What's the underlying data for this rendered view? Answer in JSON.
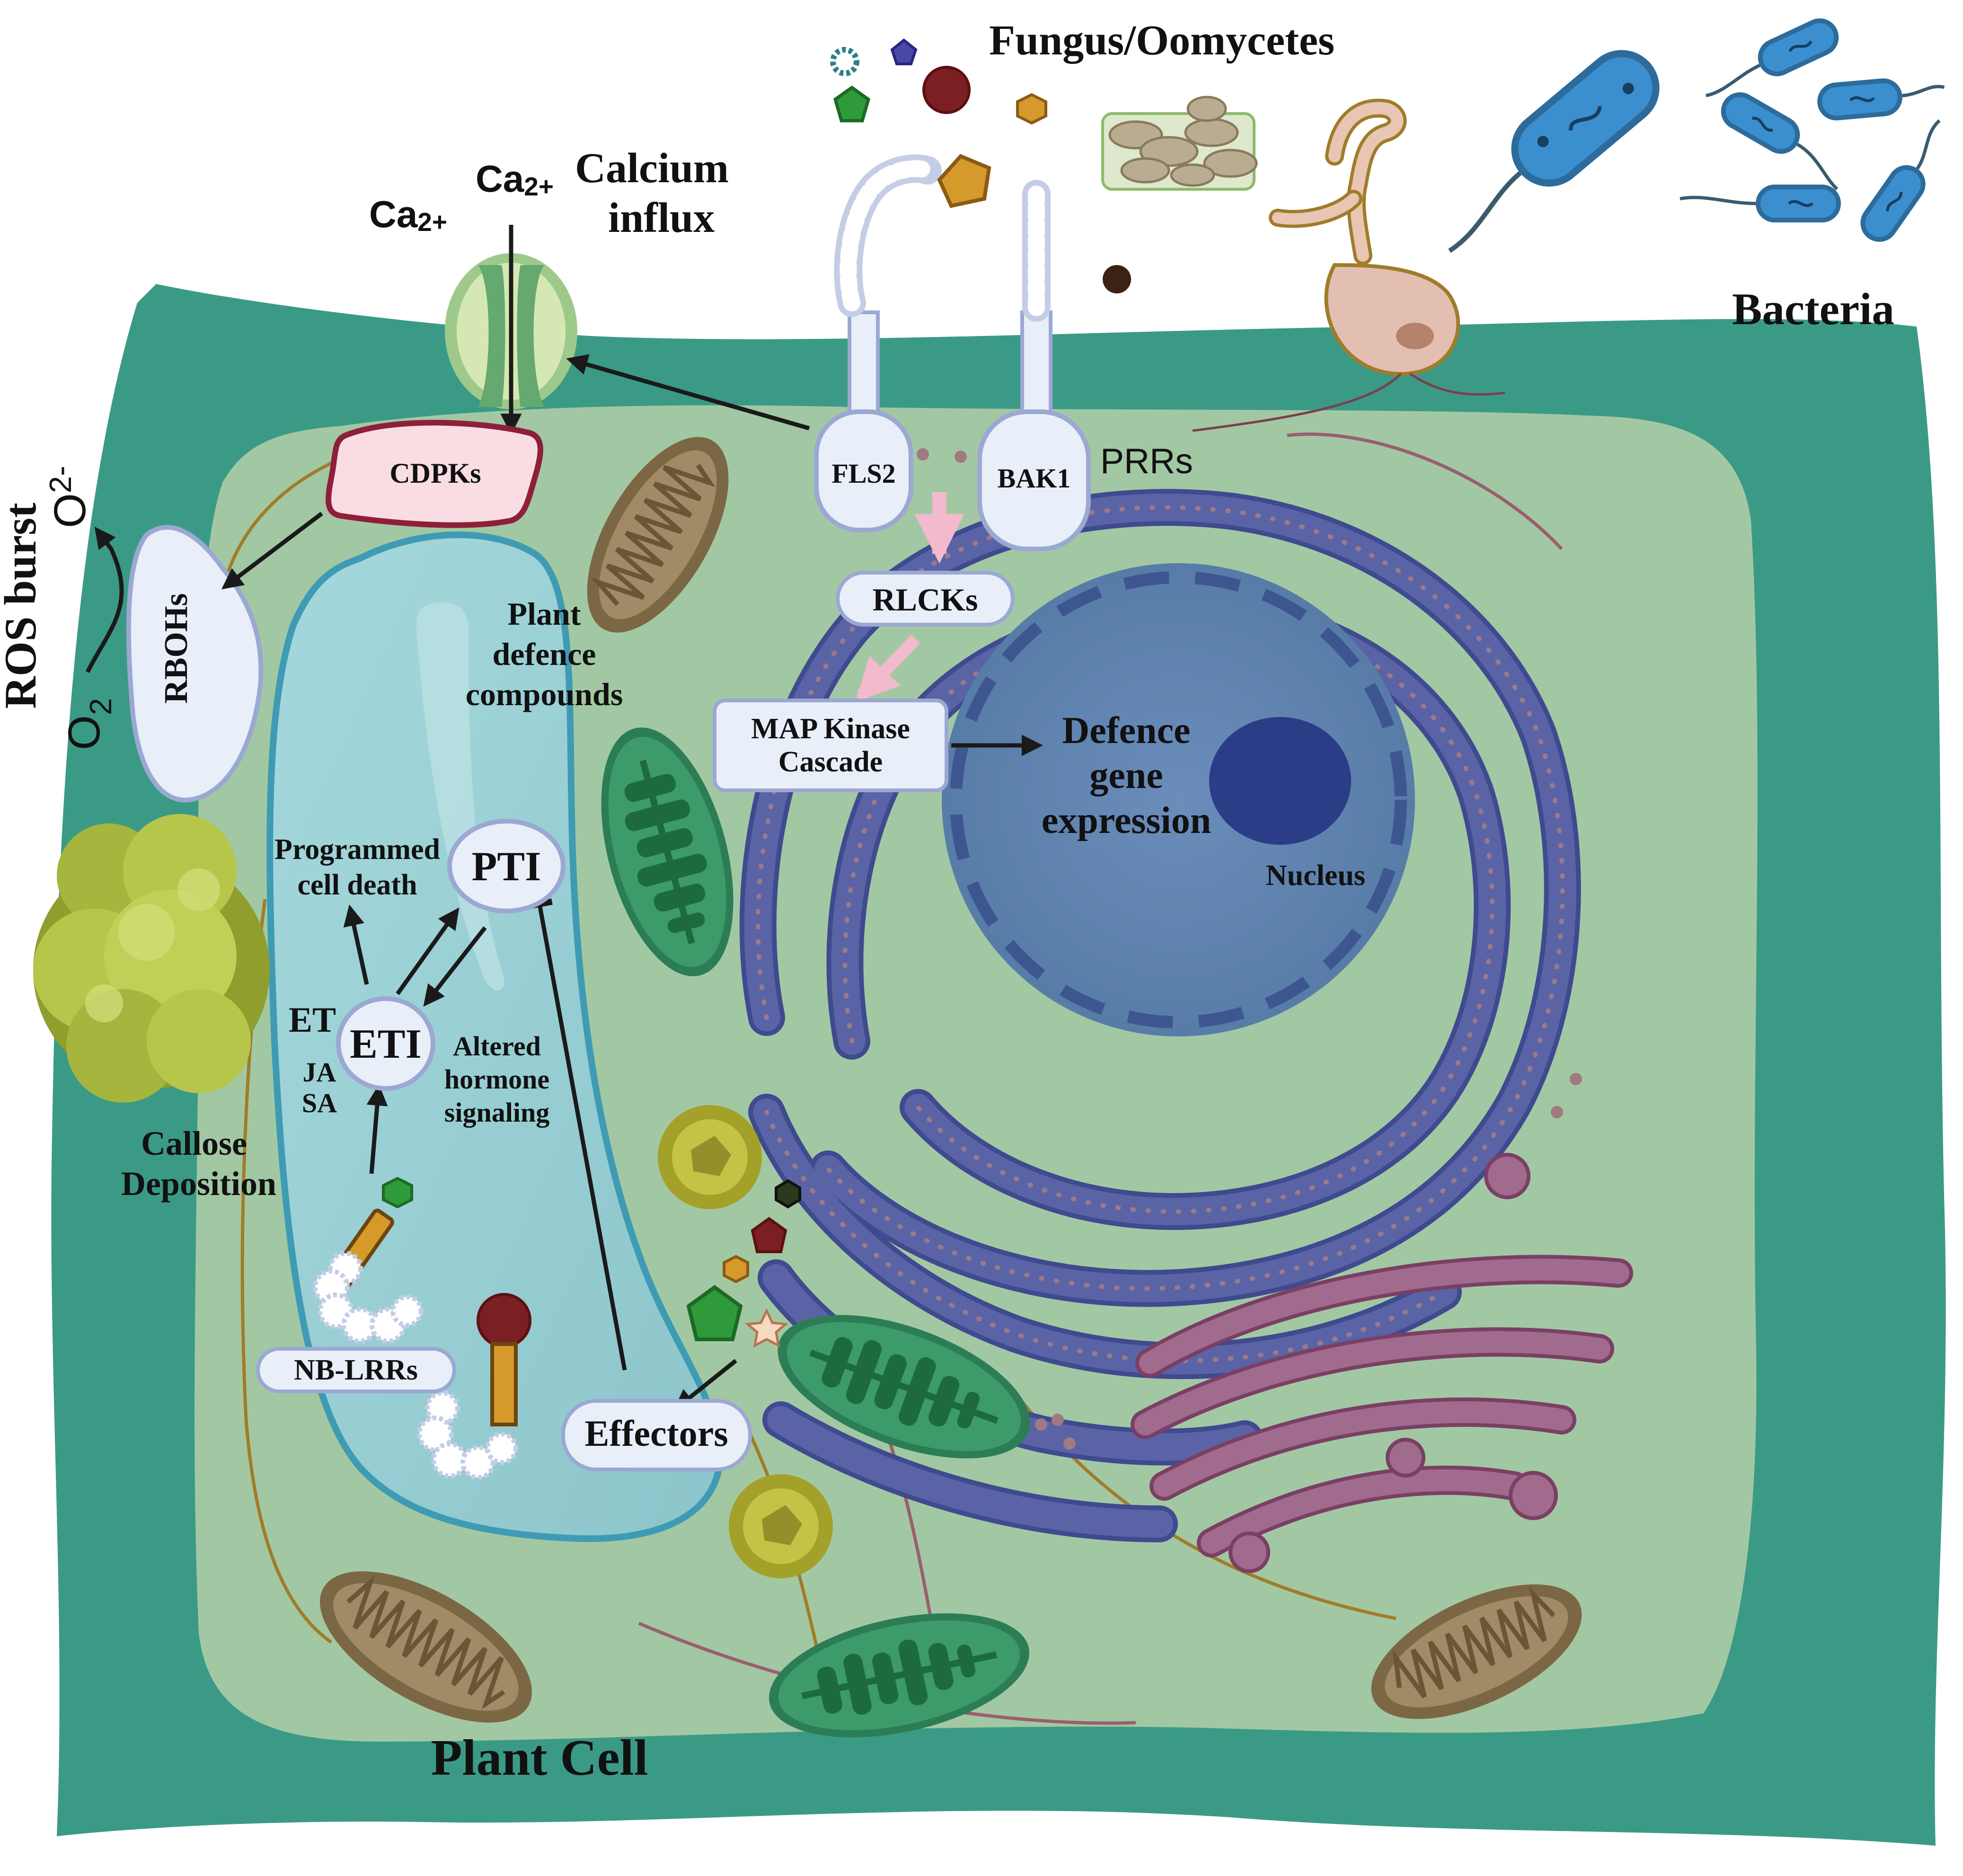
{
  "labels": {
    "fungus": "Fungus/Oomycetes",
    "bacteria": "Bacteria",
    "ca_left": "Ca",
    "ca_left_sup": "2+",
    "ca_right": "Ca",
    "ca_right_sup": "2+",
    "calcium_influx_1": "Calcium",
    "calcium_influx_2": "influx",
    "cdpks": "CDPKs",
    "rbohs": "RBOHs",
    "ros_burst": "ROS burst",
    "o2_top": "O",
    "o2_top_sub": "2-",
    "o2_bottom": "O",
    "o2_bottom_sub": "2",
    "fls2": "FLS2",
    "bak1": "BAK1",
    "prrs": "PRRs",
    "rlcks": "RLCKs",
    "map_1": "MAP Kinase",
    "map_2": "Cascade",
    "defence_1": "Defence",
    "defence_2": "gene",
    "defence_3": "expression",
    "nucleus": "Nucleus",
    "plant_defence_1": "Plant",
    "plant_defence_2": "defence",
    "plant_defence_3": "compounds",
    "pcd_1": "Programmed",
    "pcd_2": "cell death",
    "pti": "PTI",
    "eti": "ETI",
    "et": "ET",
    "ja": "JA",
    "sa": "SA",
    "altered_1": "Altered",
    "altered_2": "hormone",
    "altered_3": "signaling",
    "callose_1": "Callose",
    "callose_2": "Deposition",
    "nblrrs": "NB-LRRs",
    "effectors": "Effectors",
    "plant_cell": "Plant Cell"
  },
  "colors": {
    "cell_wall": "#3b9a86",
    "cytoplasm": "#a2c8a3",
    "vacuole": "#96cdd2",
    "er": "#5a63a6",
    "nucleus": "#5f7fa9",
    "nucleolus": "#2b3d86",
    "mitochondria": "#a18a66",
    "chloroplast": "#3d9a6a",
    "golgi": "#a06b8d",
    "cdpk_fill": "#f9dde2",
    "cdpk_stroke": "#8e1f3a",
    "receptor": "#e9eff9",
    "receptor_stroke": "#9ba8d3",
    "bacteria": "#3b8fce",
    "callose": "#b6c64a"
  }
}
